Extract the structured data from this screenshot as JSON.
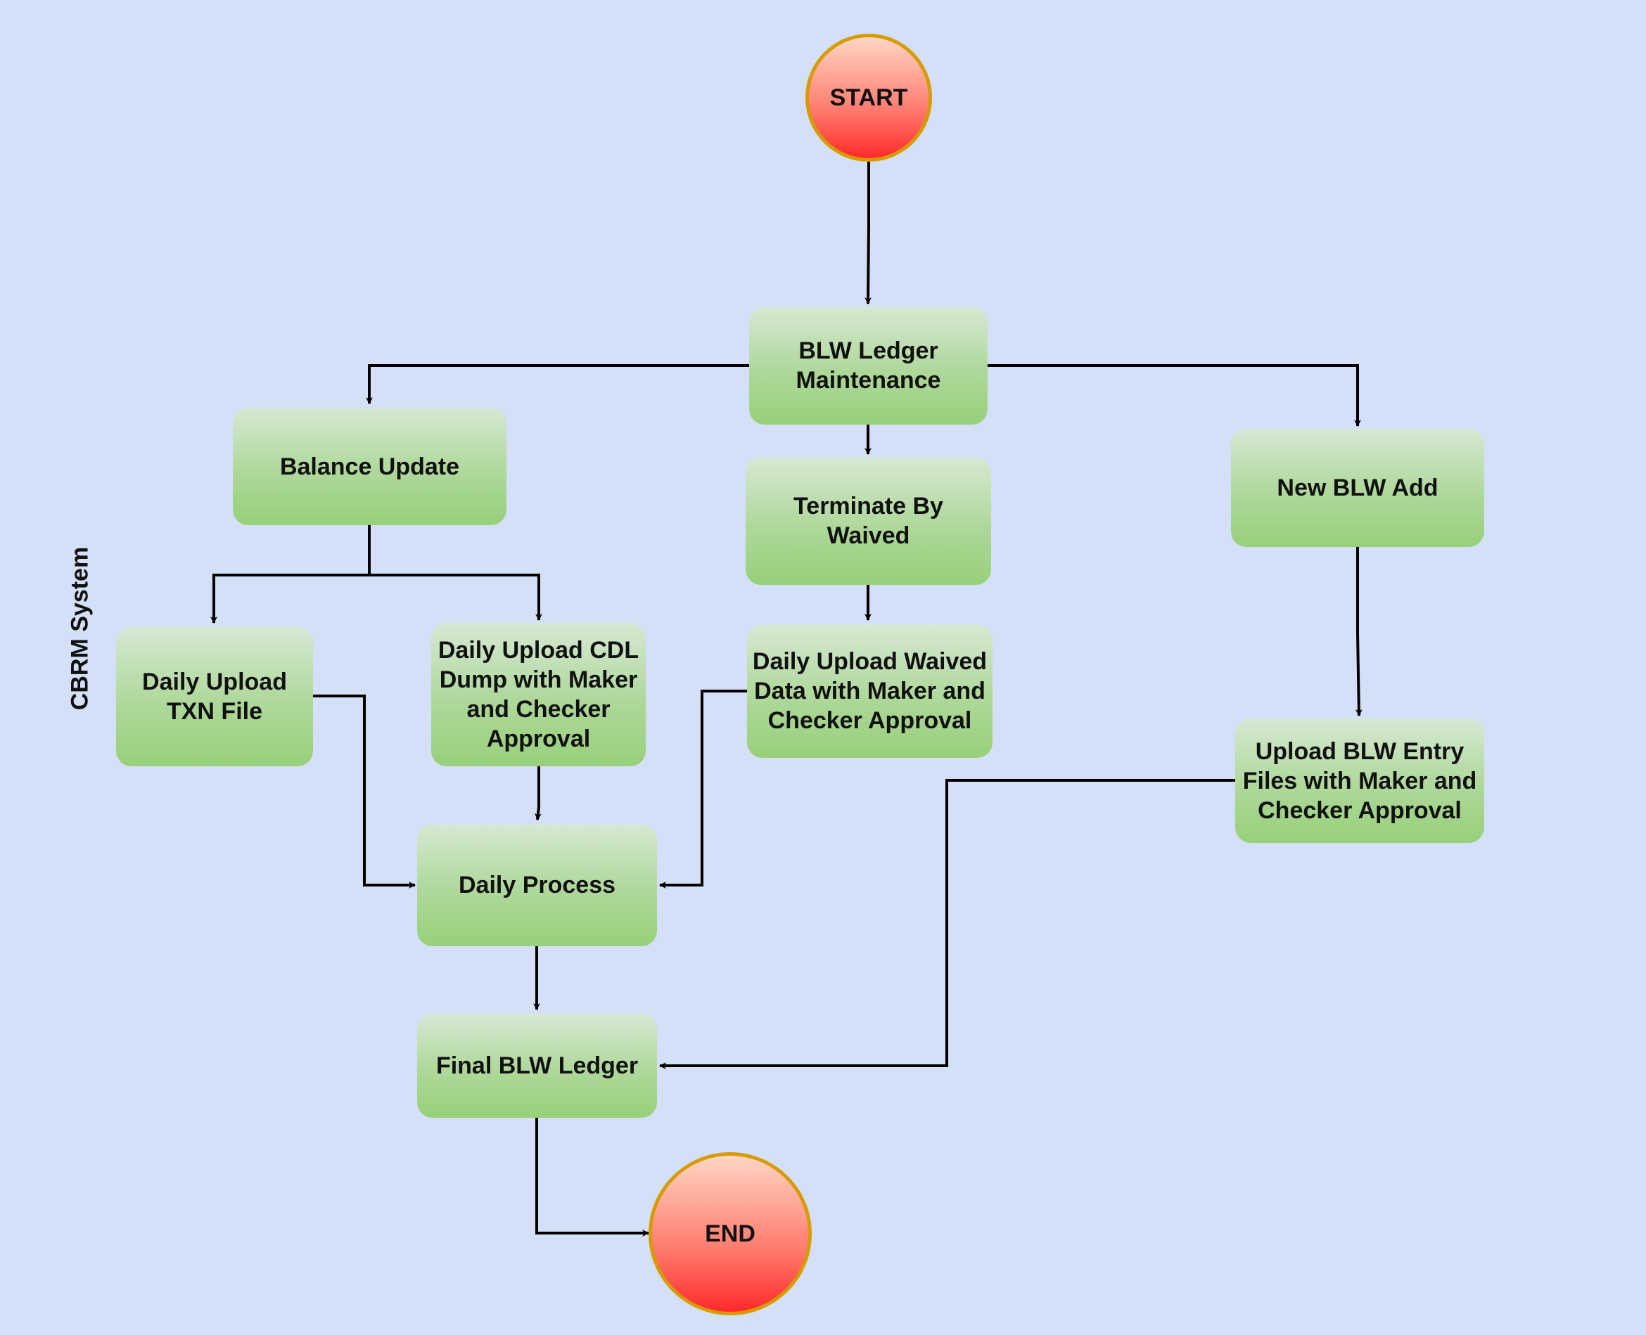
{
  "diagram": {
    "side_label": "CBRM System",
    "nodes": {
      "start": "START",
      "blw_ledger_maintenance": "BLW Ledger\nMaintenance",
      "balance_update": "Balance Update",
      "terminate_by_waived": "Terminate By\nWaived",
      "new_blw_add": "New BLW Add",
      "daily_upload_txn": "Daily Upload\nTXN File",
      "daily_upload_cdl": "Daily Upload CDL\nDump with Maker\nand Checker\nApproval",
      "daily_upload_waived": "Daily Upload Waived\nData with Maker and\nChecker Approval",
      "upload_blw_entry": "Upload BLW Entry\nFiles with Maker and\nChecker Approval",
      "daily_process": "Daily Process",
      "final_blw_ledger": "Final BLW Ledger",
      "end": "END"
    },
    "colors": {
      "background": "#d4e0f8",
      "process_fill_top": "#d7e8d4",
      "process_fill_bottom": "#97d07a",
      "terminal_fill_top": "#ffd6c4",
      "terminal_fill_bottom": "#ff2a2a",
      "terminal_border": "#d79b00",
      "connector": "#000000"
    }
  }
}
